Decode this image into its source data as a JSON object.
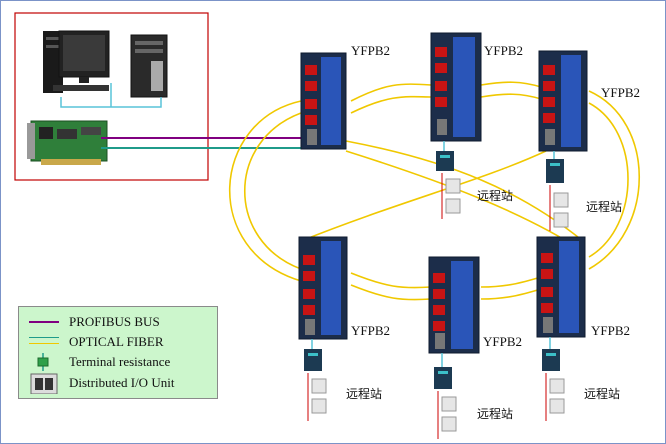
{
  "converters": {
    "label": "YFPB2",
    "labels": [
      "YFPB2",
      "YFPB2",
      "YFPB2",
      "YFPB2",
      "YFPB2",
      "YFPB2"
    ]
  },
  "remote_station_label": "远程站",
  "legend": {
    "profibus": "PROFIBUS BUS",
    "fiber": "OPTICAL FIBER",
    "terminal": "Terminal resistance",
    "io_unit": "Distributed I/O Unit"
  },
  "colors": {
    "profibus_line": "#800080",
    "bus_line": "#1f9b8a",
    "fiber_line": "#f0c800",
    "device_body": "#1c2d4a",
    "device_panel": "#2a55b8",
    "port_red": "#c81414",
    "frame_red": "#c00000",
    "legend_bg": "#ccf6cc"
  }
}
